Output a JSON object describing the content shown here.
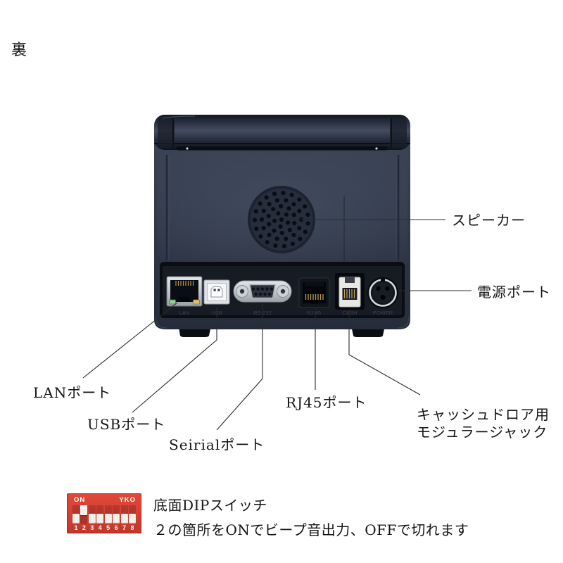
{
  "page": {
    "back_label": "裏"
  },
  "printer": {
    "description": "レシートプリンター背面",
    "body_color": "#313a4b",
    "panel_color": "#161b24",
    "embossed_labels": [
      "LAN",
      "USB",
      "RS-232",
      "RJ-45",
      "CASH",
      "POWER"
    ]
  },
  "callouts": {
    "speaker": "スピーカー",
    "power": "電源ポート",
    "lan": "LANポート",
    "usb": "USBポート",
    "serial": "Seirialポート",
    "rj45": "RJ45ポート",
    "cash_line1": "キャッシュドロア用",
    "cash_line2": "モジュラージャック"
  },
  "dip_switch": {
    "on_label": "ON",
    "brand_label": "YKO",
    "positions": [
      "1",
      "2",
      "3",
      "4",
      "5",
      "6",
      "7",
      "8"
    ],
    "states": [
      "down",
      "up",
      "down",
      "down",
      "down",
      "down",
      "down",
      "down"
    ],
    "body_color": "#d23f31",
    "caption_title": "底面DIPスイッチ",
    "caption_note": "２の箇所をONでビープ音出力、OFFで切れます"
  }
}
